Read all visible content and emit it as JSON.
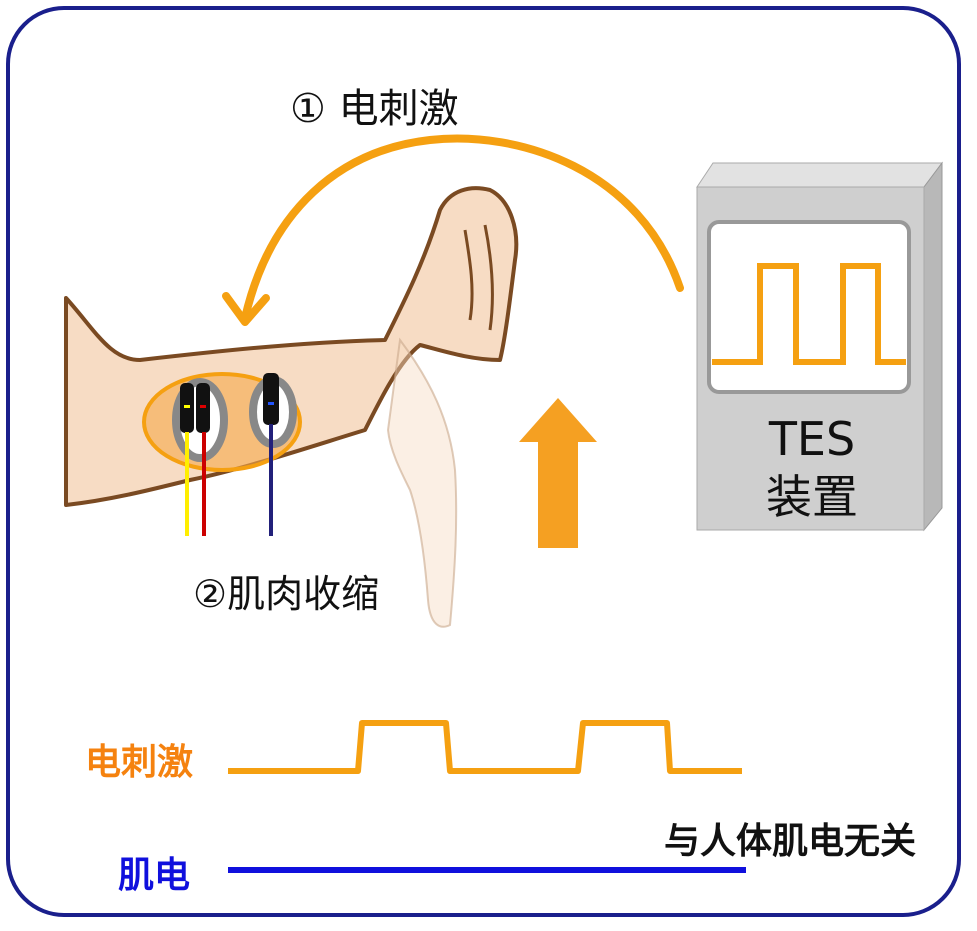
{
  "labels": {
    "step1": "① 电刺激",
    "step2": "②肌肉收缩",
    "device_line1": "TES",
    "device_line2": "装置",
    "stim_signal": "电刺激",
    "emg_signal": "肌电",
    "note": "与人体肌电无关"
  },
  "colors": {
    "frame": "#1a1f8c",
    "stimulus": "#f5a011",
    "stim_label": "#f5820f",
    "emg": "#1010dd",
    "skin": "#f7dcc4",
    "skin_outline": "#7a4a22",
    "device": "#cfcfcf"
  },
  "icons": [
    "curved-arrow-icon",
    "up-arrow-icon",
    "electrode-icon",
    "square-wave-icon"
  ]
}
